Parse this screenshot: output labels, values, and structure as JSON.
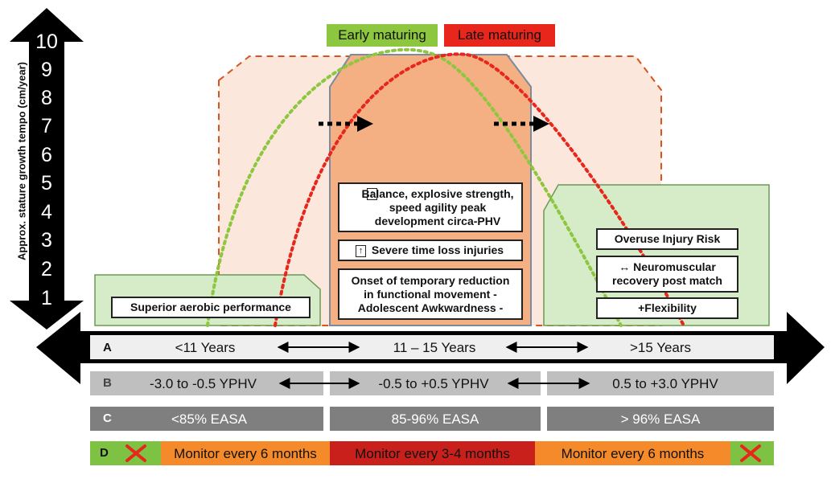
{
  "legend": {
    "early": {
      "label": "Early maturing",
      "color": "#8dc63f"
    },
    "late": {
      "label": "Late maturing",
      "color": "#e8261c"
    }
  },
  "y_axis": {
    "label": "Approx. stature growth tempo (cm/year)",
    "ticks": [
      "10",
      "9",
      "8",
      "7",
      "6",
      "5",
      "4",
      "3",
      "2",
      "1"
    ]
  },
  "boxes": {
    "left": "Superior aerobic performance",
    "center_balance": "Balance, explosive strength, speed agility peak development circa-PHV",
    "center_injuries": "Severe time loss injuries",
    "center_onset": "Onset of temporary reduction in functional movement - Adolescent Awkwardness -",
    "right_overuse": "Overuse Injury Risk",
    "right_recovery": "Neuromuscular recovery post match",
    "right_flexibility": "+Flexibility"
  },
  "rows": {
    "a": {
      "label": "A",
      "cells": [
        "<11 Years",
        "11 – 15 Years",
        ">15 Years"
      ]
    },
    "b": {
      "label": "B",
      "cells": [
        "-3.0 to -0.5 YPHV",
        "-0.5 to +0.5 YPHV",
        "0.5 to +3.0 YPHV"
      ]
    },
    "c": {
      "label": "C",
      "cells": [
        "<85% EASA",
        "85-96% EASA",
        "> 96% EASA"
      ]
    },
    "d": {
      "label": "D",
      "cells": [
        "Monitor every 6 months",
        "Monitor every 3-4 months",
        "Monitor every 6 months"
      ]
    }
  },
  "colors": {
    "green_panel": "#d6ecc8",
    "orange_panel": "#f4b083",
    "peach_bg": "#fbe7dc",
    "row_a": "#efefef",
    "row_b": "#bfbfbf",
    "row_c": "#7f7f7f",
    "monitor_orange": "#f58a2a",
    "monitor_red": "#c9201b",
    "d_green": "#7dc242"
  }
}
